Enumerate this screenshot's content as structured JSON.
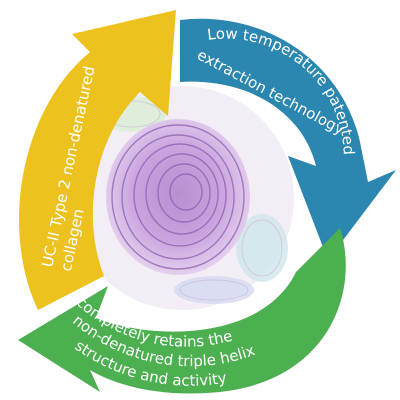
{
  "diagram": {
    "segments": [
      {
        "id": "blue",
        "lines": [
          "Low temperature patented",
          "extraction technology"
        ],
        "color": "#2b86b0"
      },
      {
        "id": "green",
        "lines": [
          "completely retains the",
          "non-denatured triple helix",
          "structure and activity"
        ],
        "color": "#4caf50"
      },
      {
        "id": "yellow",
        "lines": [
          "UC-II Type 2 non-denatured",
          "collagen"
        ],
        "color": "#edc21f"
      }
    ]
  }
}
